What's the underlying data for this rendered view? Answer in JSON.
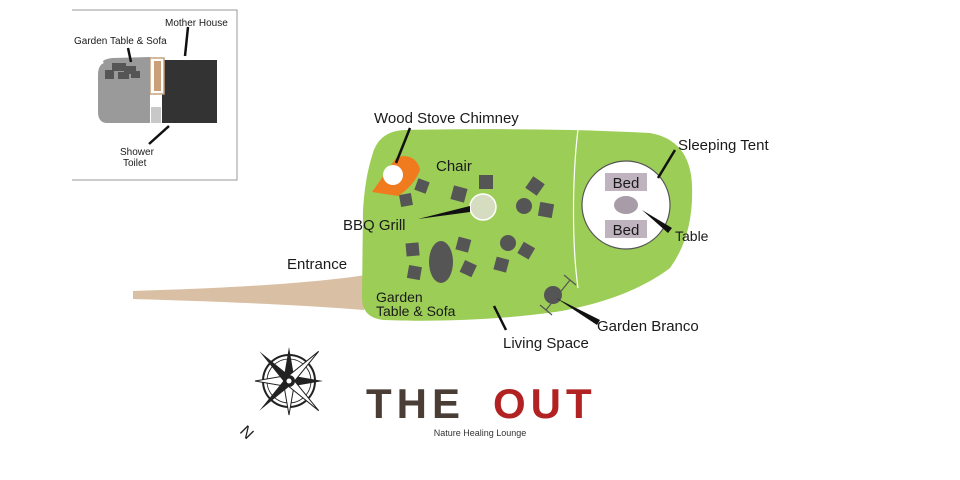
{
  "colors": {
    "lawn": "#9ccd57",
    "lawn_edge": "#ffffff",
    "path": "#d9bfa4",
    "furniture": "#555555",
    "stove": "#f07a1e",
    "grill_fill": "#d6dcc0",
    "tent_label_bg": "#bfb3bf",
    "inset_house": "#333333",
    "inset_garden": "#9a9a9a",
    "logo_dark": "#4a3d36",
    "logo_red": "#b22222"
  },
  "icons": {
    "compass": "compass-rose-icon"
  },
  "inset": {
    "labels": {
      "mother_house": "Mother House",
      "garden_table_sofa": "Garden Table & Sofa",
      "shower": "Shower",
      "toilet": "Toilet"
    }
  },
  "labels": {
    "wood_stove_chimney": "Wood Stove Chimney",
    "chair": "Chair",
    "bbq_grill": "BBQ Grill",
    "entrance": "Entrance",
    "garden_table_sofa_line1": "Garden",
    "garden_table_sofa_line2": "Table & Sofa",
    "living_space": "Living Space",
    "sleeping_tent": "Sleeping Tent",
    "bed_top": "Bed",
    "bed_bottom": "Bed",
    "table": "Table",
    "garden_branco": "Garden Branco"
  },
  "compass": {
    "north_label": "N"
  },
  "logo": {
    "part1": "THE",
    "part2": "OUT",
    "tagline": "Nature Healing Lounge"
  }
}
